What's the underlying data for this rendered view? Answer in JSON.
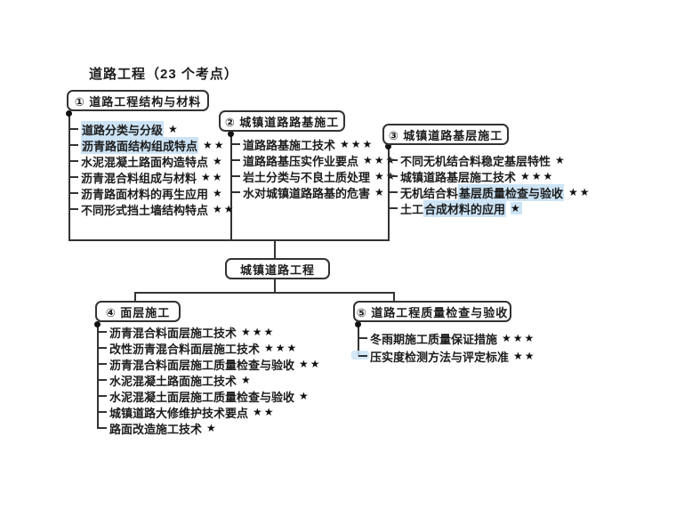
{
  "title": "道路工程（23 个考点）",
  "center_node": {
    "label": "城镇道路工程"
  },
  "colors": {
    "line": "#333333",
    "text": "#1c1c1c",
    "highlight": "#cde4f6",
    "box_bg": "#ffffff"
  },
  "groups": [
    {
      "label": "① 道路工程结构与材料",
      "items": [
        {
          "pre": "",
          "hl": "道路分类与分级",
          "stars": "★"
        },
        {
          "pre": "",
          "hl": "沥青路面结构组成特点",
          "stars": "★★"
        },
        {
          "pre": "水泥混凝土路面构造特点",
          "hl": "",
          "stars": "★"
        },
        {
          "pre": "沥青混合料组成与材料",
          "hl": "",
          "stars": "★★"
        },
        {
          "pre": "沥青路面材料的再生应用",
          "hl": "",
          "stars": "★"
        },
        {
          "pre": "不同形式挡土墙结构特点",
          "hl": "",
          "stars": "★★"
        }
      ]
    },
    {
      "label": "② 城镇道路路基施工",
      "items": [
        {
          "pre": "道路路基施工技术",
          "hl": "",
          "stars": "★★★"
        },
        {
          "pre": "道路路基压实作业要点",
          "hl": "",
          "stars": "★★★"
        },
        {
          "pre": "岩土分类与不良土质处理",
          "hl": "",
          "stars": "★★"
        },
        {
          "pre": "水对城镇道路路基的危害",
          "hl": "",
          "stars": "★"
        }
      ]
    },
    {
      "label": "③ 城镇道路基层施工",
      "items": [
        {
          "pre": "不同无机结合料稳定基层特性",
          "hl": "",
          "stars": "★"
        },
        {
          "pre": "城镇道路基层施工技术",
          "hl": "",
          "stars": "★★★"
        },
        {
          "pre": "无机结合料",
          "hl": "基层质量检查与验收",
          "stars": "★★"
        },
        {
          "pre": "土工",
          "hl": "合成材料的应用",
          "stars": "★"
        }
      ]
    },
    {
      "label": "④ 面层施工",
      "items": [
        {
          "pre": "沥青混合料面层施工技术",
          "hl": "",
          "stars": "★★★"
        },
        {
          "pre": "改性沥青混合料面层施工技术",
          "hl": "",
          "stars": "★★★"
        },
        {
          "pre": "沥青混合料面层施工质量检查与验收",
          "hl": "",
          "stars": "★★"
        },
        {
          "pre": "水泥混凝土路面施工技术",
          "hl": "",
          "stars": "★"
        },
        {
          "pre": "水泥混凝土面层施工质量检查与验收",
          "hl": "",
          "stars": "★"
        },
        {
          "pre": "城镇道路大修维护技术要点",
          "hl": "",
          "stars": "★★"
        },
        {
          "pre": "路面改造施工技术",
          "hl": "",
          "stars": "★"
        }
      ]
    },
    {
      "label": "⑤ 道路工程质量检查与验收",
      "items": [
        {
          "pre": "冬雨期施工质量保证措施",
          "hl": "",
          "stars": "★★★"
        },
        {
          "pre": "压实度检测方法与评定标准",
          "hl": "",
          "stars": "★★"
        }
      ]
    }
  ]
}
